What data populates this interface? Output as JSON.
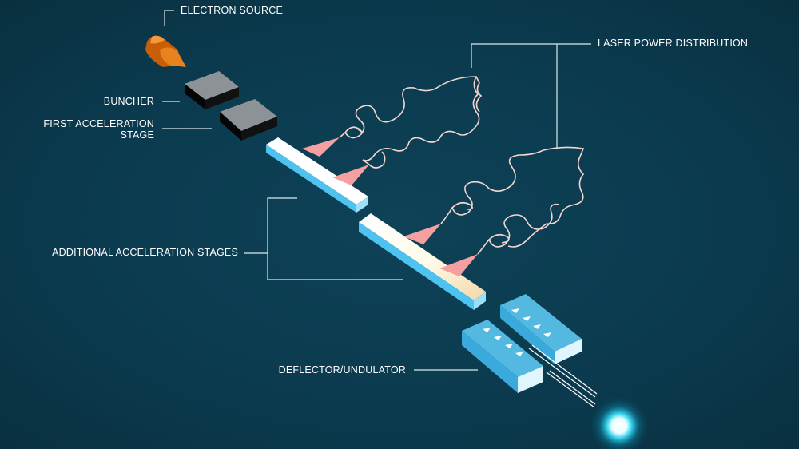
{
  "labels": {
    "electron_source": "ELECTRON SOURCE",
    "buncher": "BUNCHER",
    "first_acceleration_line1": "FIRST ACCELERATION",
    "first_acceleration_line2": "STAGE",
    "additional_acceleration": "ADDITIONAL ACCELERATION STAGES",
    "laser_power": "LASER POWER DISTRIBUTION",
    "deflector": "DEFLECTOR/UNDULATOR"
  },
  "colors": {
    "background": "#0b3a4e",
    "source": "#d9720f",
    "block": "#8a8f94",
    "accelerator": "#ffffff",
    "accelerator_side": "#4ec3ef",
    "laser_coupler": "#f4a0a0",
    "waveguide": "#f3d6d0",
    "undulator": "#5cc6f0",
    "glow": "#bff6ff"
  }
}
